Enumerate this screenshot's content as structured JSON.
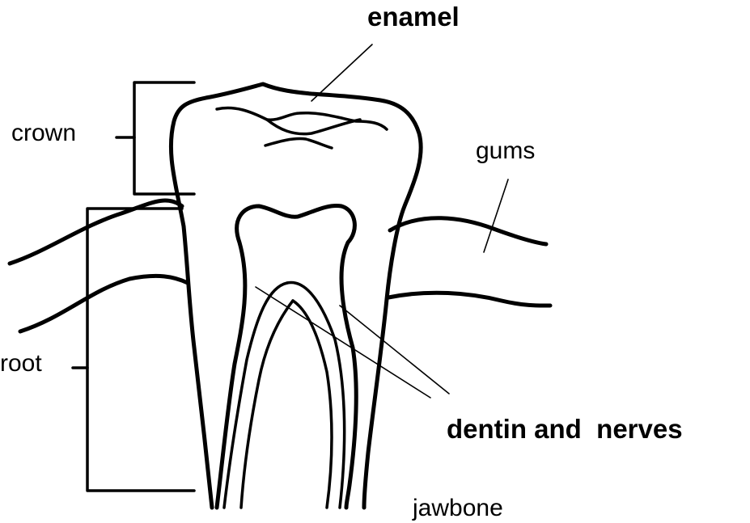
{
  "labels": {
    "enamel": "enamel",
    "crown": "crown",
    "gums": "gums",
    "root": "root",
    "dentin_and_nerves": "dentin and  nerves",
    "jawbone": "jawbone"
  },
  "colors": {
    "ink": "#000000",
    "background": "#ffffff"
  }
}
